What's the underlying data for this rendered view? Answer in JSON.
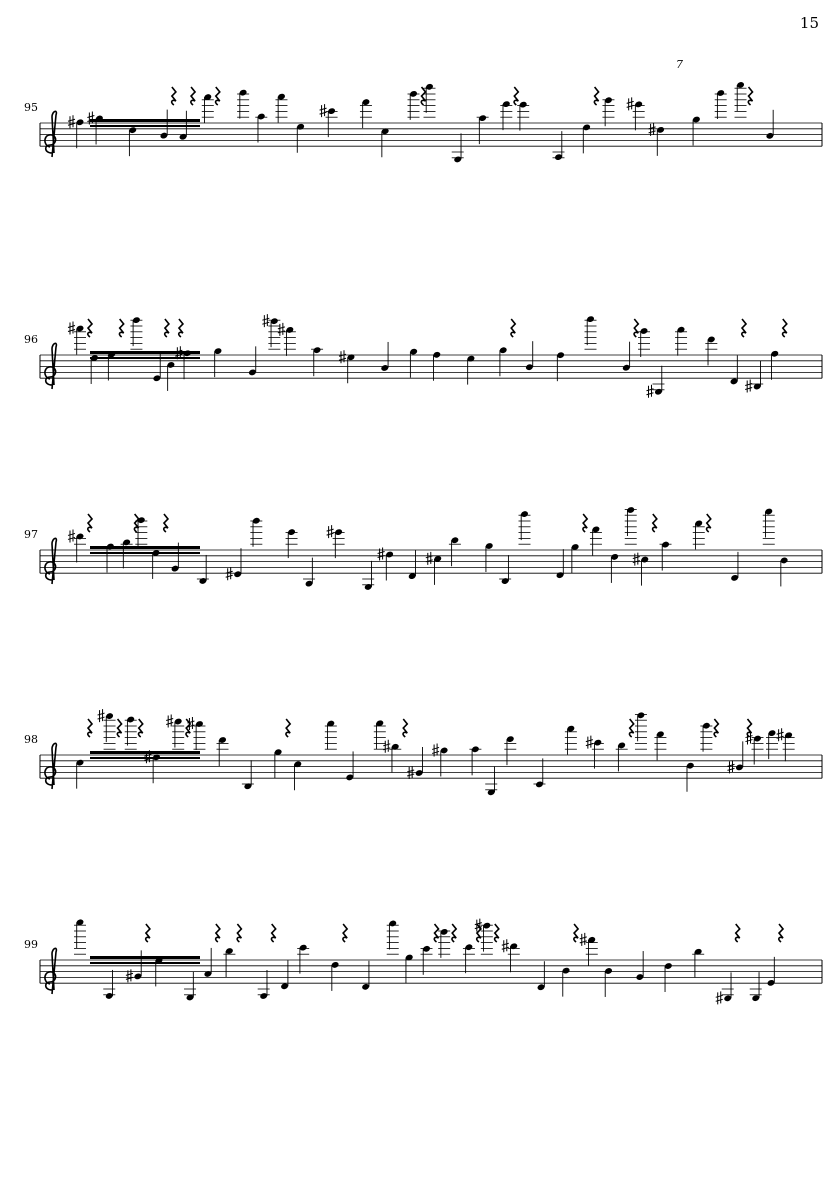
{
  "page_number": "15",
  "systems": [
    {
      "measure": "95",
      "tuplet": "7"
    },
    {
      "measure": "96"
    },
    {
      "measure": "97"
    },
    {
      "measure": "98"
    },
    {
      "measure": "99"
    }
  ],
  "clef": "treble"
}
